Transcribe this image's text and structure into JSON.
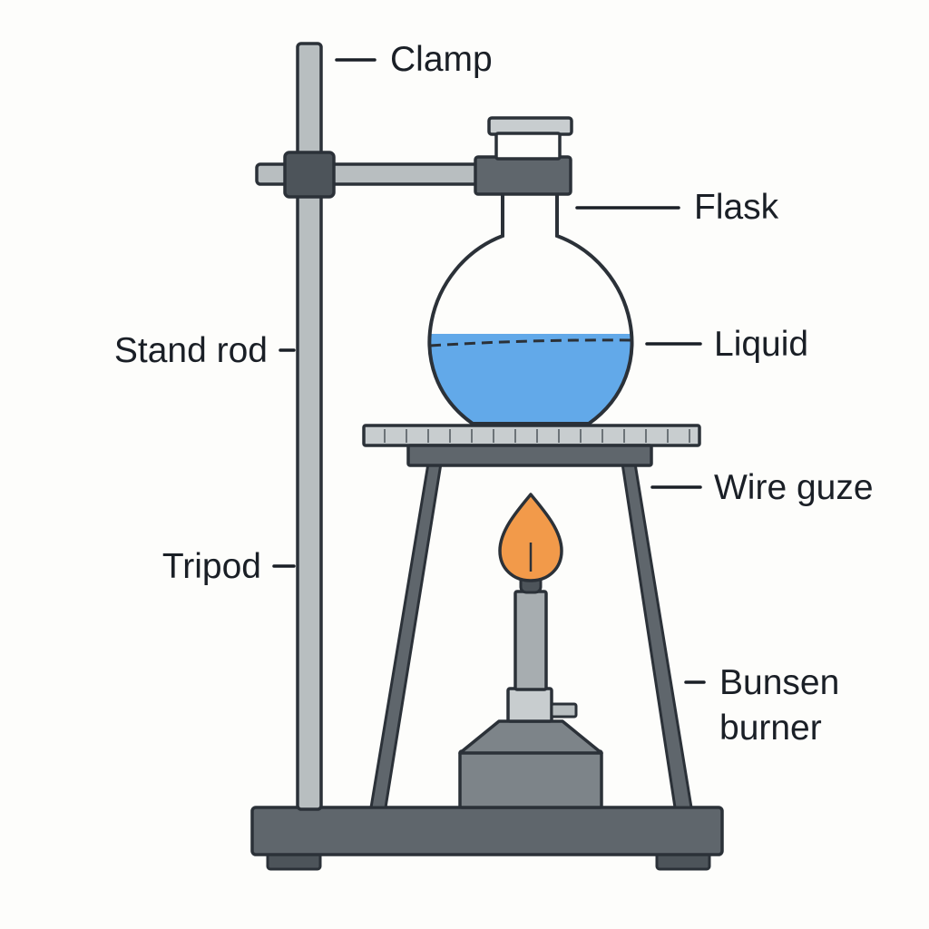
{
  "labels": {
    "clamp": "Clamp",
    "flask": "Flask",
    "stand_rod": "Stand rod",
    "liquid": "Liquid",
    "wire_gauze": "Wire guze",
    "tripod": "Tripod",
    "bunsen_burner_line1": "Bunsen",
    "bunsen_burner_line2": "burner"
  },
  "colors": {
    "outline": "#2b3138",
    "rod": "#b8bec0",
    "dark_metal": "#5f666c",
    "gauze_plate": "#c8cdcf",
    "liquid": "#62a9e9",
    "flame": "#f29a4a",
    "burner_tube": "#a7adb0",
    "burner_base": "#7d8489",
    "background": "#fdfdfb"
  }
}
